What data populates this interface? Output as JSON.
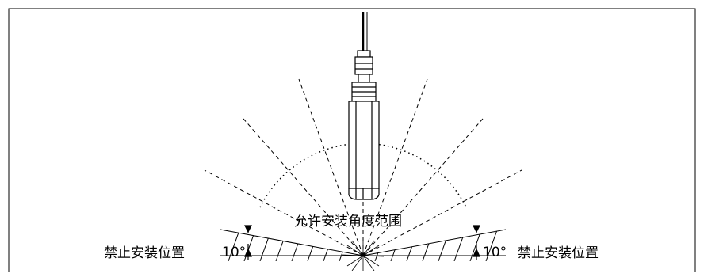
{
  "diagram": {
    "allowed_range_label": "允许安装角度范围",
    "forbidden_left_label": "禁止安装位置",
    "forbidden_right_label": "禁止安装位置",
    "forbidden_angle_left": "10°",
    "forbidden_angle_right": "10°"
  },
  "icons": {
    "sensor": "ph-sensor-probe-icon"
  }
}
